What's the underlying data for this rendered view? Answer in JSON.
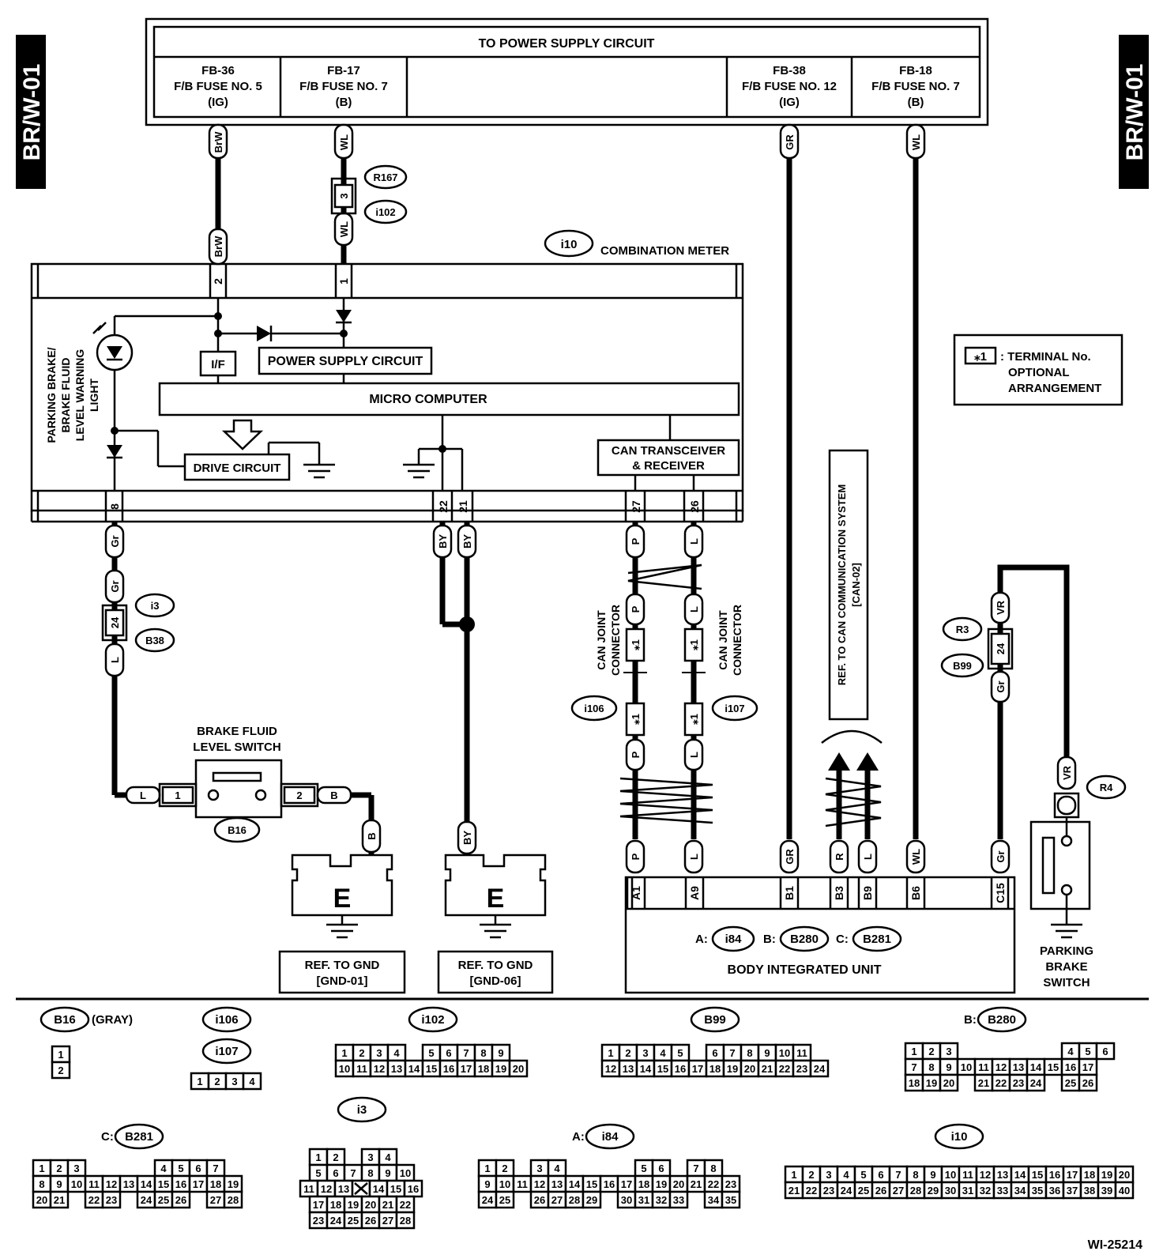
{
  "side_tag": "BR/W-01",
  "footer_id": "WI-25214",
  "power": {
    "title": "TO POWER SUPPLY CIRCUIT",
    "cols": [
      {
        "l1": "FB-36",
        "l2": "F/B FUSE NO. 5",
        "l3": "(IG)"
      },
      {
        "l1": "FB-17",
        "l2": "F/B FUSE NO. 7",
        "l3": "(B)"
      },
      {
        "l1": "FB-38",
        "l2": "F/B FUSE NO. 12",
        "l3": "(IG)"
      },
      {
        "l1": "FB-18",
        "l2": "F/B FUSE NO. 7",
        "l3": "(B)"
      }
    ]
  },
  "meter": {
    "connector": "i10",
    "name": "COMBINATION METER",
    "power_circuit": "POWER SUPPLY CIRCUIT",
    "interface": "I/F",
    "micro": "MICRO COMPUTER",
    "drive": "DRIVE CIRCUIT",
    "can1": "CAN TRANSCEIVER",
    "can2": "& RECEIVER",
    "lamp": [
      "PARKING BRAKE/",
      "BRAKE FLUID",
      "LEVEL WARNING",
      "LIGHT"
    ],
    "pins": [
      "2",
      "1",
      "8",
      "22",
      "21",
      "27",
      "26"
    ]
  },
  "wires": {
    "brw": "BrW",
    "wl": "WL",
    "gr_up": "GR",
    "gr": "Gr",
    "l": "L",
    "by": "BY",
    "p": "P",
    "b": "B",
    "r": "R",
    "vr": "VR"
  },
  "connectors": {
    "r167": "R167",
    "i102": "i102",
    "pin3": "3",
    "i3": "i3",
    "b38": "B38",
    "pin24": "24",
    "i106": "i106",
    "i107": "i107",
    "r3": "R3",
    "b99": "B99",
    "r4": "R4",
    "b16": "B16",
    "star1": "⁎1"
  },
  "can_joint": [
    "CAN JOINT",
    "CONNECTOR"
  ],
  "can_ref": [
    "REF. TO CAN COMMUNICATION SYSTEM",
    "[CAN-02]"
  ],
  "legend": {
    "star": "⁎1",
    "l1": ": TERMINAL No.",
    "l2": "OPTIONAL",
    "l3": "ARRANGEMENT"
  },
  "brake_switch": {
    "title1": "BRAKE FLUID",
    "title2": "LEVEL SWITCH",
    "pin1": "1",
    "pin2": "2"
  },
  "ground": {
    "letter": "E",
    "ref1a": "REF. TO GND",
    "ref1b": "[GND-01]",
    "ref2a": "REF. TO GND",
    "ref2b": "[GND-06]"
  },
  "biu": {
    "name": "BODY INTEGRATED UNIT",
    "a": "A:",
    "a_conn": "i84",
    "b": "B:",
    "b_conn": "B280",
    "c": "C:",
    "c_conn": "B281",
    "pins": [
      "A1",
      "A9",
      "B1",
      "B3",
      "B9",
      "B6",
      "C15"
    ]
  },
  "pb_switch": [
    "PARKING",
    "BRAKE",
    "SWITCH"
  ],
  "pinouts": {
    "b16": {
      "name": "B16",
      "note": "(GRAY)",
      "pins": [
        "1",
        "2"
      ]
    },
    "i106": {
      "name": "i106"
    },
    "i107": {
      "name": "i107",
      "pins": [
        "1",
        "2",
        "3",
        "4"
      ]
    },
    "i102": {
      "name": "i102",
      "row1": [
        "1",
        "2",
        "3",
        "4",
        "",
        "5",
        "6",
        "7",
        "8",
        "9"
      ],
      "row2": [
        "10",
        "11",
        "12",
        "13",
        "14",
        "15",
        "16",
        "17",
        "18",
        "19",
        "20"
      ]
    },
    "b99": {
      "name": "B99",
      "row1": [
        "1",
        "2",
        "3",
        "4",
        "5",
        "",
        "6",
        "7",
        "8",
        "9",
        "10",
        "11"
      ],
      "row2": [
        "12",
        "13",
        "14",
        "15",
        "16",
        "17",
        "18",
        "19",
        "20",
        "21",
        "22",
        "23",
        "24"
      ]
    },
    "b280": {
      "prefix": "B:",
      "name": "B280",
      "row1": [
        "1",
        "2",
        "3",
        "",
        "",
        "",
        "",
        "",
        "",
        "4",
        "5",
        "6"
      ],
      "row2": [
        "7",
        "8",
        "9",
        "10",
        "11",
        "12",
        "13",
        "14",
        "15",
        "16",
        "17"
      ],
      "row3": [
        "18",
        "19",
        "20",
        "",
        "21",
        "22",
        "23",
        "24",
        "",
        "25",
        "26"
      ]
    },
    "b281": {
      "prefix": "C:",
      "name": "B281",
      "row1": [
        "1",
        "2",
        "3",
        "",
        "",
        "",
        "",
        "4",
        "5",
        "6",
        "7"
      ],
      "row2": [
        "8",
        "9",
        "10",
        "11",
        "12",
        "13",
        "14",
        "15",
        "16",
        "17",
        "18",
        "19"
      ],
      "row3": [
        "20",
        "21",
        "",
        "22",
        "23",
        "",
        "24",
        "25",
        "26",
        "",
        "27",
        "28"
      ]
    },
    "i3": {
      "name": "i3",
      "rows": [
        [
          "1",
          "2",
          "",
          "3",
          "4"
        ],
        [
          "5",
          "6",
          "7",
          "8",
          "9",
          "10"
        ],
        [
          "11",
          "12",
          "13",
          "X",
          "14",
          "15",
          "16"
        ],
        [
          "17",
          "18",
          "19",
          "20",
          "21",
          "22"
        ],
        [
          "23",
          "24",
          "25",
          "26",
          "27",
          "28"
        ]
      ]
    },
    "i84": {
      "prefix": "A:",
      "name": "i84",
      "row1": [
        "1",
        "2",
        "",
        "3",
        "4",
        "",
        "",
        "",
        "",
        "5",
        "6",
        "",
        "7",
        "8"
      ],
      "row2": [
        "9",
        "10",
        "11",
        "12",
        "13",
        "14",
        "15",
        "16",
        "17",
        "18",
        "19",
        "20",
        "21",
        "22",
        "23"
      ],
      "row3": [
        "24",
        "25",
        "",
        "26",
        "27",
        "28",
        "29",
        "",
        "30",
        "31",
        "32",
        "33",
        "",
        "34",
        "35"
      ]
    },
    "i10": {
      "name": "i10",
      "row1": [
        "1",
        "2",
        "3",
        "4",
        "5",
        "6",
        "7",
        "8",
        "9",
        "10",
        "11",
        "12",
        "13",
        "14",
        "15",
        "16",
        "17",
        "18",
        "19",
        "20"
      ],
      "row2": [
        "21",
        "22",
        "23",
        "24",
        "25",
        "26",
        "27",
        "28",
        "29",
        "30",
        "31",
        "32",
        "33",
        "34",
        "35",
        "36",
        "37",
        "38",
        "39",
        "40"
      ]
    }
  }
}
